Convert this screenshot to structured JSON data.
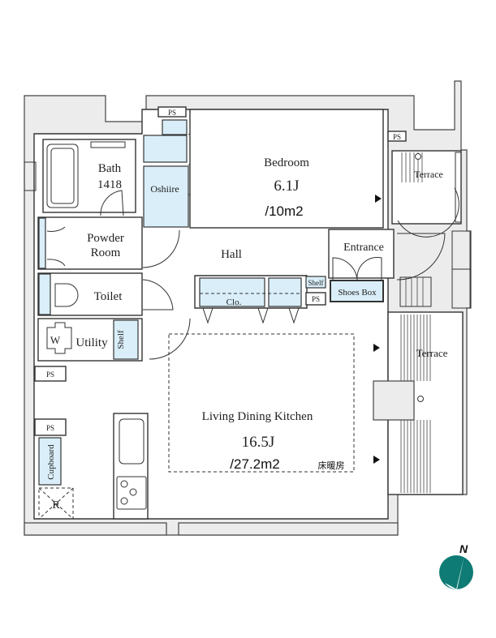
{
  "rooms": {
    "bath": {
      "name": "Bath",
      "size": "1418"
    },
    "oshiire": "Oshiire",
    "bedroom": {
      "name": "Bedroom",
      "jo": "6.1J",
      "area": "/10m2"
    },
    "terrace_top": "Terrace",
    "powder_room": {
      "line1": "Powder",
      "line2": "Room"
    },
    "hall": "Hall",
    "entrance": "Entrance",
    "shelf_hall": "Shelf",
    "shoes_box": "Shoes Box",
    "toilet": "Toilet",
    "closet": "Clo.",
    "utility": "Utility",
    "shelf_utility": "Shelf",
    "washer": "W",
    "terrace_right": "Terrace",
    "ldk": {
      "name": "Living Dining Kitchen",
      "jo": "16.5J",
      "area": "/27.2m2",
      "floor_heating": "床暖房"
    },
    "cupboard": "Cupboard",
    "fridge": "R"
  },
  "ps_labels": [
    "PS",
    "PS",
    "PS",
    "PS",
    "PS"
  ],
  "compass": {
    "label": "N",
    "color": "#0e7b74"
  }
}
